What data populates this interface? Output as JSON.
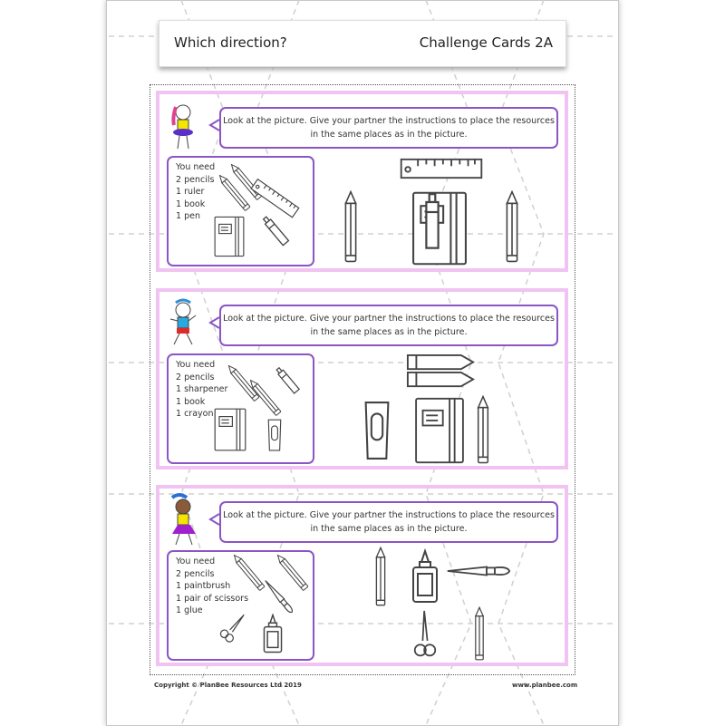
{
  "header": {
    "title": "Which direction?",
    "subtitle": "Challenge Cards 2A"
  },
  "colors": {
    "card_border": "#f0c3f2",
    "bubble_border": "#8b55c6",
    "icon": "#444444"
  },
  "cards": [
    {
      "instruction_line1": "Look at the picture. Give your partner the instructions to place the resources",
      "instruction_line2": "in the same places as in the picture.",
      "need_title": "You need",
      "items": [
        "2 pencils",
        "1 ruler",
        "1 book",
        "1 pen"
      ]
    },
    {
      "instruction_line1": "Look at the picture. Give your partner the instructions to place the resources",
      "instruction_line2": "in the same places as in the picture.",
      "need_title": "You need",
      "items": [
        "2 pencils",
        "1 sharpener",
        "1 book",
        "1 crayon"
      ]
    },
    {
      "instruction_line1": "Look at the picture. Give your partner the instructions to place the resources",
      "instruction_line2": "in the same places as in the picture.",
      "need_title": "You need",
      "items": [
        "2 pencils",
        "1 paintbrush",
        "1 pair of scissors",
        "1 glue"
      ]
    }
  ],
  "footer": {
    "copyright": "Copyright © PlanBee Resources Ltd 2019",
    "website": "www.planbee.com"
  }
}
